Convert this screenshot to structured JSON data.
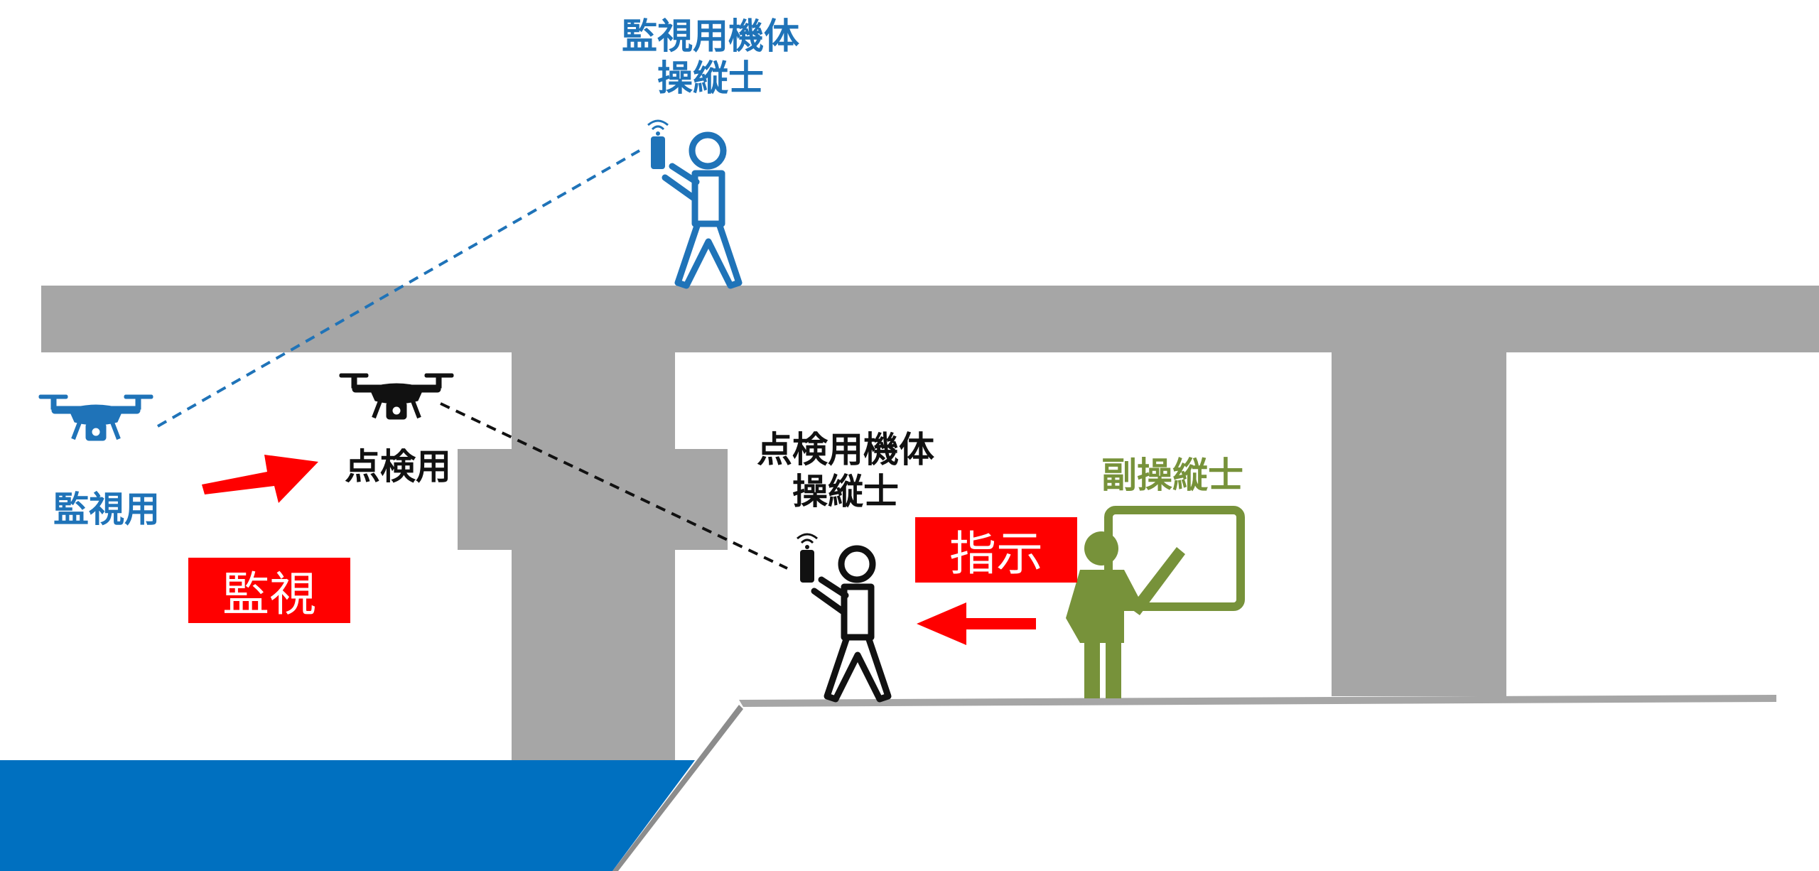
{
  "labels": {
    "monitor_pilot": "監視用機体\n操縦士",
    "inspection_pilot": "点検用機体\n操縦士",
    "assistant_pilot": "副操縦士",
    "monitor_drone": "監視用",
    "inspection_drone": "点検用"
  },
  "tags": {
    "monitor": "監視",
    "instruction": "指示"
  },
  "colors": {
    "structure": "#a6a6a6",
    "water": "#0070c0",
    "monitor_blue": "#1f73b8",
    "inspection_black": "#111111",
    "assistant_green": "#77923a",
    "accent_red": "#ff0000"
  },
  "icons": {
    "monitor_drone": "drone-icon",
    "inspection_drone": "drone-icon",
    "monitor_pilot": "pilot-with-controller-icon",
    "inspection_pilot": "pilot-with-controller-icon",
    "assistant_pilot": "instructor-at-board-icon"
  }
}
